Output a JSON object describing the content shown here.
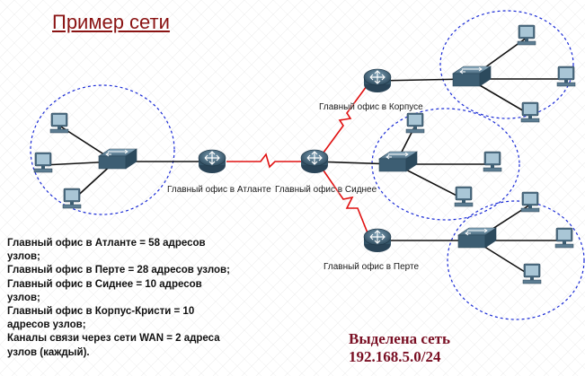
{
  "title": "Пример сети",
  "offices": {
    "atlanta": "Главный офис в Атланте",
    "sydney": "Главный офис в Сиднее",
    "corpus": "Главный офис в Корпусе",
    "perth": "Главный офис в Перте"
  },
  "info_lines": [
    "Главный офис в Атланте = 58 адресов\nузлов;",
    "Главный офис в Перте = 28 адресов узлов;",
    "Главный офис в Сиднее = 10 адресов\nузлов;",
    "Главный офис в Корпус-Кристи = 10\nадресов узлов;",
    "Каналы связи через сети WAN = 2 адреса\nузлов (каждый)."
  ],
  "highlight": {
    "line1": "Выделена сеть",
    "line2": "192.168.5.0/24"
  },
  "colors": {
    "title": "#8a1313",
    "wan_link": "#e01010",
    "circle": "#1a2bd6",
    "highlight": "#7a1024"
  }
}
